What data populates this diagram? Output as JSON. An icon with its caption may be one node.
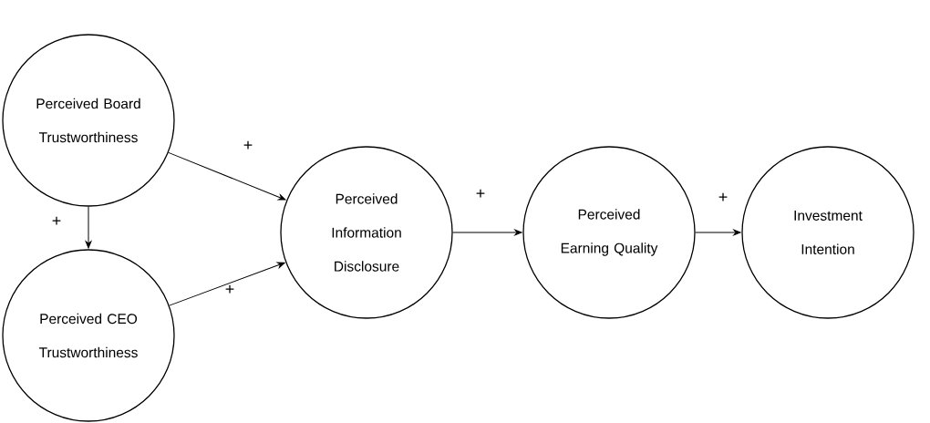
{
  "diagram": {
    "nodes": [
      {
        "text": [
          "Perceived Board Trustworthiness"
        ]
      },
      {
        "text": [
          "Perceived CEO Trustworthiness"
        ]
      },
      {
        "text": [
          "Perceived Information Disclosure"
        ]
      },
      {
        "text": [
          "Perceived Earning Quality"
        ]
      },
      {
        "text": [
          "Investment Intention"
        ]
      }
    ],
    "edges": [
      {
        "from": 0,
        "to": 2,
        "arrow": "to",
        "label": "+"
      },
      {
        "from": 0,
        "to": 1,
        "arrow": "to",
        "label": "+"
      },
      {
        "from": 1,
        "to": 2,
        "arrow": "to",
        "label": "+"
      },
      {
        "from": 2,
        "to": 3,
        "arrow": "to",
        "label": "+"
      },
      {
        "from": 3,
        "to": 4,
        "arrow": "to",
        "label": "+"
      }
    ]
  }
}
